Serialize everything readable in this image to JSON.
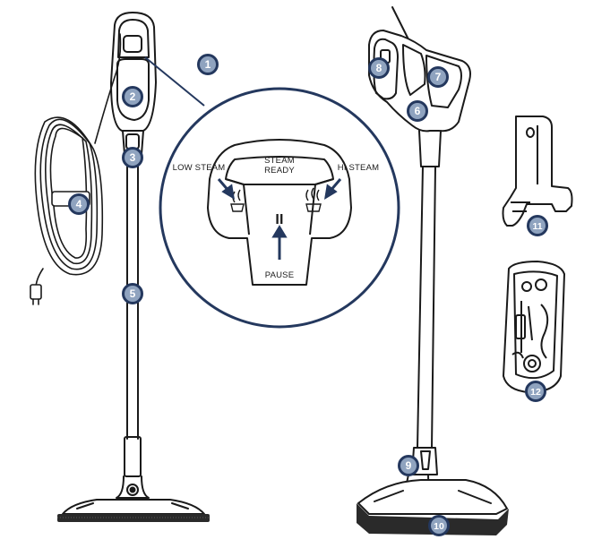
{
  "colors": {
    "badge_fill": "#8fa3bf",
    "badge_stroke": "#24385e",
    "line": "#1a1a1a",
    "callout_ring": "#24385e",
    "pad": "#2a2a2a"
  },
  "callout": {
    "steam_ready": [
      "STEAM",
      "READY"
    ],
    "low_steam": "LOW STEAM",
    "hi_steam": "HI STEAM",
    "pause": "PAUSE",
    "pause_symbol": "II"
  },
  "badges": [
    {
      "number": "1",
      "part": "handle-control-panel"
    },
    {
      "number": "2",
      "part": "handle-grip"
    },
    {
      "number": "3",
      "part": "release-button"
    },
    {
      "number": "4",
      "part": "power-cord"
    },
    {
      "number": "5",
      "part": "steam-wand"
    },
    {
      "number": "6",
      "part": "handheld-unit"
    },
    {
      "number": "7",
      "part": "water-tank"
    },
    {
      "number": "8",
      "part": "handheld-trigger"
    },
    {
      "number": "9",
      "part": "mop-head-release"
    },
    {
      "number": "10",
      "part": "mop-pad"
    },
    {
      "number": "11",
      "part": "accessory-holder"
    },
    {
      "number": "12",
      "part": "accessory-kit"
    }
  ]
}
